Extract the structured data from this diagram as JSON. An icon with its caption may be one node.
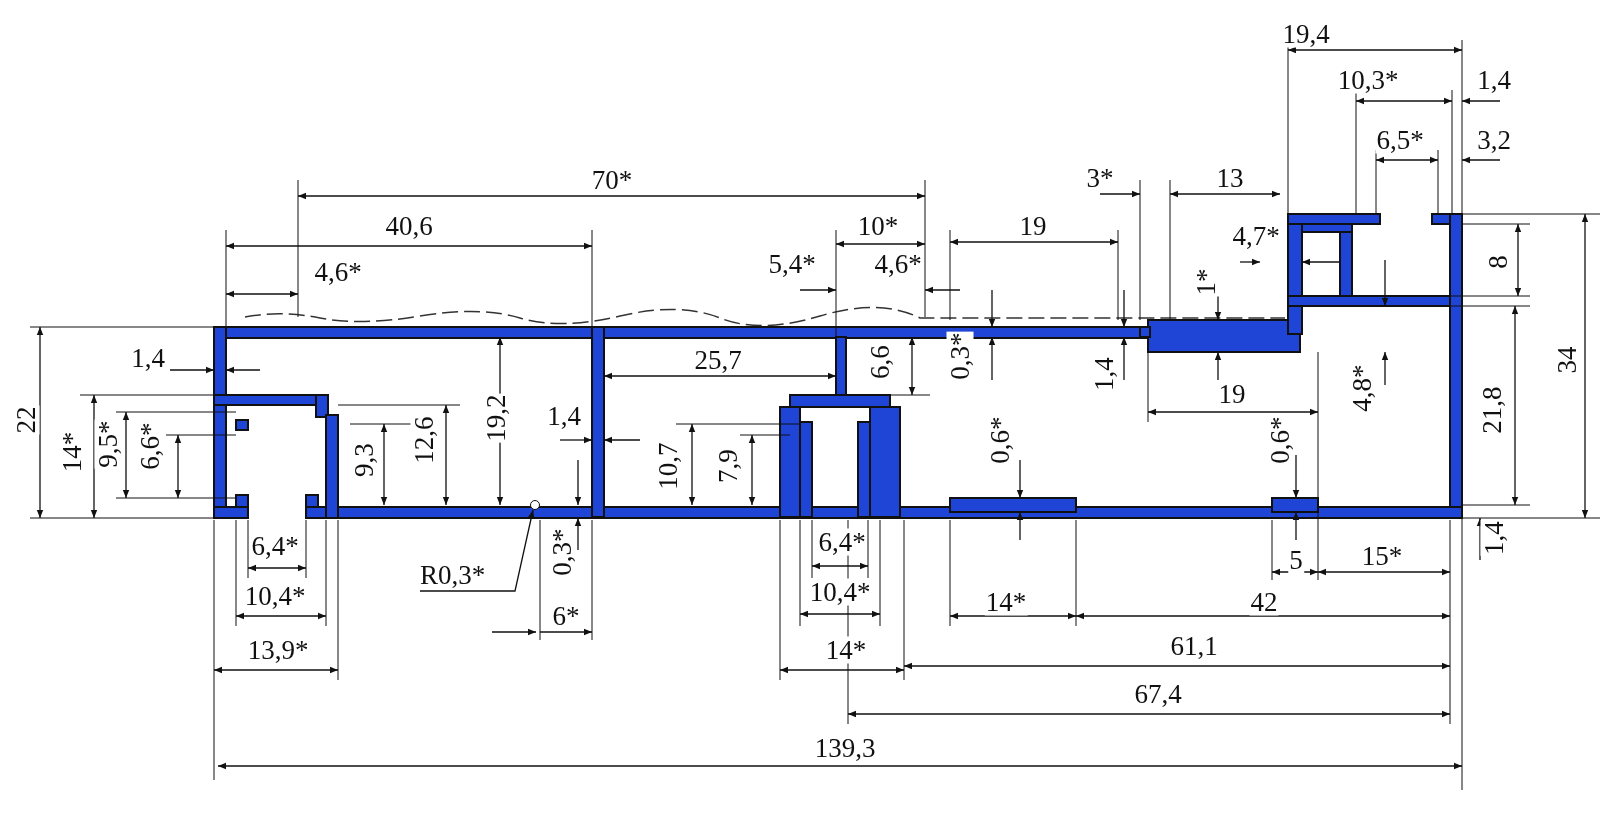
{
  "diagram": {
    "nodes": [
      {
        "text": [
          "R0,3*"
        ]
      },
      {
        "text": [],
        "shape": "circle"
      }
    ],
    "edges": [
      {
        "from": 0,
        "to": 1,
        "arrow": "to"
      }
    ],
    "labels": [
      "19,4",
      "10,3*",
      "1,4",
      "6,5*",
      "3,2",
      "70*",
      "3*",
      "13",
      "40,6",
      "10*",
      "19",
      "4,7*",
      "4,6*",
      "5,4*",
      "4,6*",
      "1*",
      "8",
      "22",
      "1,4",
      "25,7",
      "6,6",
      "0,3*",
      "1,4",
      "19",
      "4,8*",
      "21,8",
      "34",
      "19,2",
      "12,6",
      "1,4",
      "14*",
      "9,5*",
      "6,6*",
      "9,3",
      "10,7",
      "7,9",
      "0,6*",
      "0,6*",
      "6,4*",
      "6,4*",
      "0,3*",
      "5",
      "15*",
      "10,4*",
      "10,4*",
      "14*",
      "42",
      "6*",
      "13,9*",
      "14*",
      "61,1",
      "1,4",
      "67,4",
      "139,3"
    ]
  }
}
